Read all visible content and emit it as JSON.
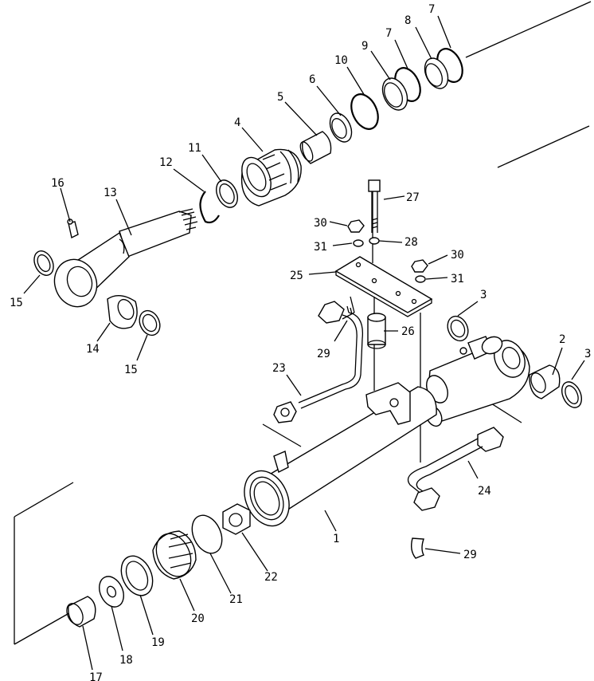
{
  "diagram": {
    "type": "exploded parts diagram",
    "callouts": [
      {
        "id": "c1",
        "label": "1"
      },
      {
        "id": "c2",
        "label": "2"
      },
      {
        "id": "c3a",
        "label": "3"
      },
      {
        "id": "c3b",
        "label": "3"
      },
      {
        "id": "c4",
        "label": "4"
      },
      {
        "id": "c5",
        "label": "5"
      },
      {
        "id": "c6",
        "label": "6"
      },
      {
        "id": "c7a",
        "label": "7"
      },
      {
        "id": "c7b",
        "label": "7"
      },
      {
        "id": "c8",
        "label": "8"
      },
      {
        "id": "c9",
        "label": "9"
      },
      {
        "id": "c10",
        "label": "10"
      },
      {
        "id": "c11",
        "label": "11"
      },
      {
        "id": "c12",
        "label": "12"
      },
      {
        "id": "c13",
        "label": "13"
      },
      {
        "id": "c14",
        "label": "14"
      },
      {
        "id": "c15a",
        "label": "15"
      },
      {
        "id": "c15b",
        "label": "15"
      },
      {
        "id": "c16",
        "label": "16"
      },
      {
        "id": "c17",
        "label": "17"
      },
      {
        "id": "c18",
        "label": "18"
      },
      {
        "id": "c19",
        "label": "19"
      },
      {
        "id": "c20",
        "label": "20"
      },
      {
        "id": "c21",
        "label": "21"
      },
      {
        "id": "c22",
        "label": "22"
      },
      {
        "id": "c23",
        "label": "23"
      },
      {
        "id": "c24",
        "label": "24"
      },
      {
        "id": "c25",
        "label": "25"
      },
      {
        "id": "c26",
        "label": "26"
      },
      {
        "id": "c27",
        "label": "27"
      },
      {
        "id": "c28",
        "label": "28"
      },
      {
        "id": "c29a",
        "label": "29"
      },
      {
        "id": "c29b",
        "label": "29"
      },
      {
        "id": "c30a",
        "label": "30"
      },
      {
        "id": "c30b",
        "label": "30"
      },
      {
        "id": "c31a",
        "label": "31"
      },
      {
        "id": "c31b",
        "label": "31"
      }
    ]
  }
}
